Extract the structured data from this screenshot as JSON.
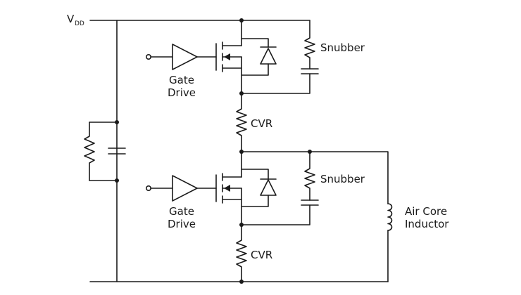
{
  "supply": {
    "main": "V",
    "subscript": "DD"
  },
  "high_side": {
    "gate_label_line1": "Gate",
    "gate_label_line2": "Drive",
    "snubber_label": "Snubber",
    "cvr_label": "CVR"
  },
  "low_side": {
    "gate_label_line1": "Gate",
    "gate_label_line2": "Drive",
    "snubber_label": "Snubber",
    "cvr_label": "CVR"
  },
  "load": {
    "label_line1": "Air Core",
    "label_line2": "Inductor"
  },
  "colors": {
    "ink": "#1a1a1a",
    "background": "#ffffff"
  }
}
